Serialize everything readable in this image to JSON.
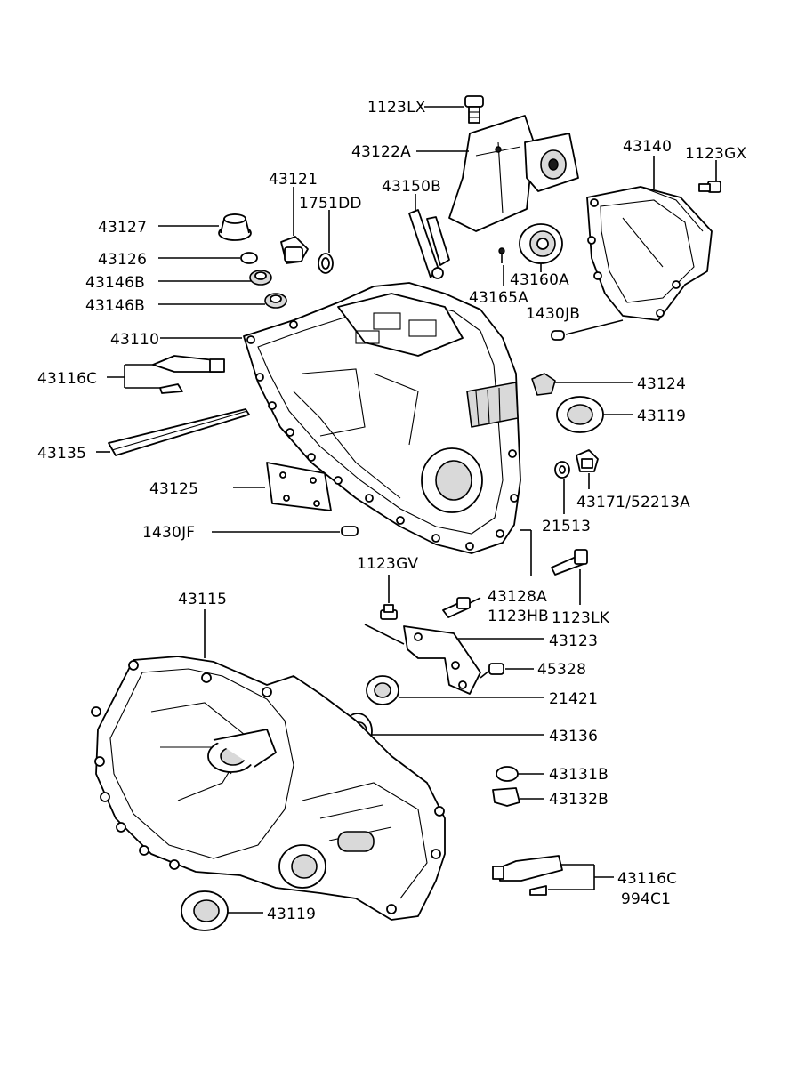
{
  "colors": {
    "line": "#000000",
    "background": "#ffffff"
  },
  "labels": {
    "p1123LX": "1123LX",
    "p43122A": "43122A",
    "p43140": "43140",
    "p1123GX": "1123GX",
    "p43121": "43121",
    "p1751DD": "1751DD",
    "p43150B": "43150B",
    "p43127": "43127",
    "p43126": "43126",
    "p43146B_1": "43146B",
    "p43146B_2": "43146B",
    "p43160A": "43160A",
    "p43165A": "43165A",
    "p1430JB": "1430JB",
    "p43110": "43110",
    "p43116C_top": "43116C",
    "p43124": "43124",
    "p43119_right": "43119",
    "p43135": "43135",
    "p43171": "43171/52213A",
    "p21513": "21513",
    "p43125": "43125",
    "p1430JF": "1430JF",
    "p1123GV": "1123GV",
    "p43128A": "43128A",
    "p1123HB": "1123HB",
    "p1123LK": "1123LK",
    "p43115": "43115",
    "p43123": "43123",
    "p45328": "45328",
    "p21421": "21421",
    "p43136": "43136",
    "p43131B": "43131B",
    "p43132B": "43132B",
    "p43116C_bot": "43116C",
    "p994C1": "994C1",
    "p43119_bot": "43119"
  }
}
